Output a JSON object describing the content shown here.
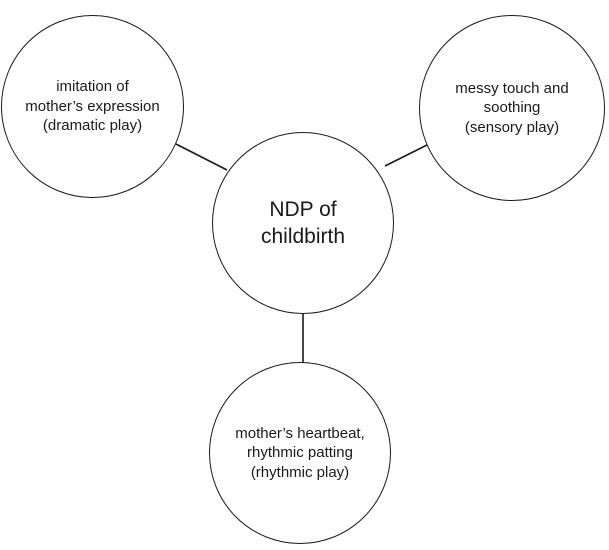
{
  "diagram": {
    "center": {
      "label": "NDP of\nchildbirth"
    },
    "nodes": [
      {
        "id": "top-left",
        "label": "imitation of\nmother’s expression\n(dramatic play)"
      },
      {
        "id": "top-right",
        "label": "messy touch and\nsoothing\n(sensory play)"
      },
      {
        "id": "bottom",
        "label": "mother’s heartbeat,\nrhythmic patting\n(rhythmic play)"
      }
    ]
  },
  "colors": {
    "stroke": "#1a1a1a",
    "background": "#ffffff"
  }
}
